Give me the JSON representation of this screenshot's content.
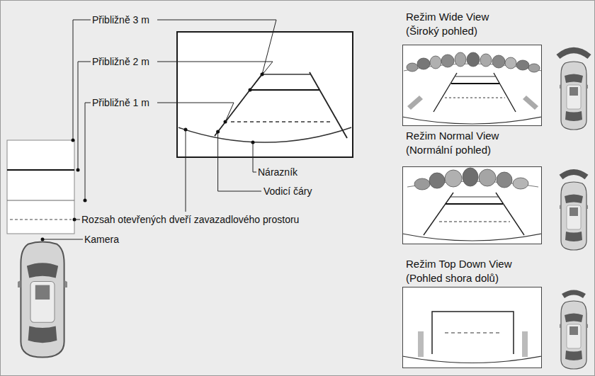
{
  "diagram": {
    "nodes": [
      {
        "text": [
          "Režim Wide View (Široký pohled)"
        ]
      },
      {
        "text": [
          "Režim Normal View (Normální pohled)"
        ]
      },
      {
        "text": [
          "Režim Top Down View (Pohled shora dolů)"
        ]
      }
    ],
    "labels": [
      "Přibližně 3 m",
      "Přibližně 2 m",
      "Přibližně 1 m",
      "Nárazník",
      "Vodicí čáry",
      "Rozsah otevřených dveří zavazadlového prostoru",
      "Kamera"
    ]
  }
}
